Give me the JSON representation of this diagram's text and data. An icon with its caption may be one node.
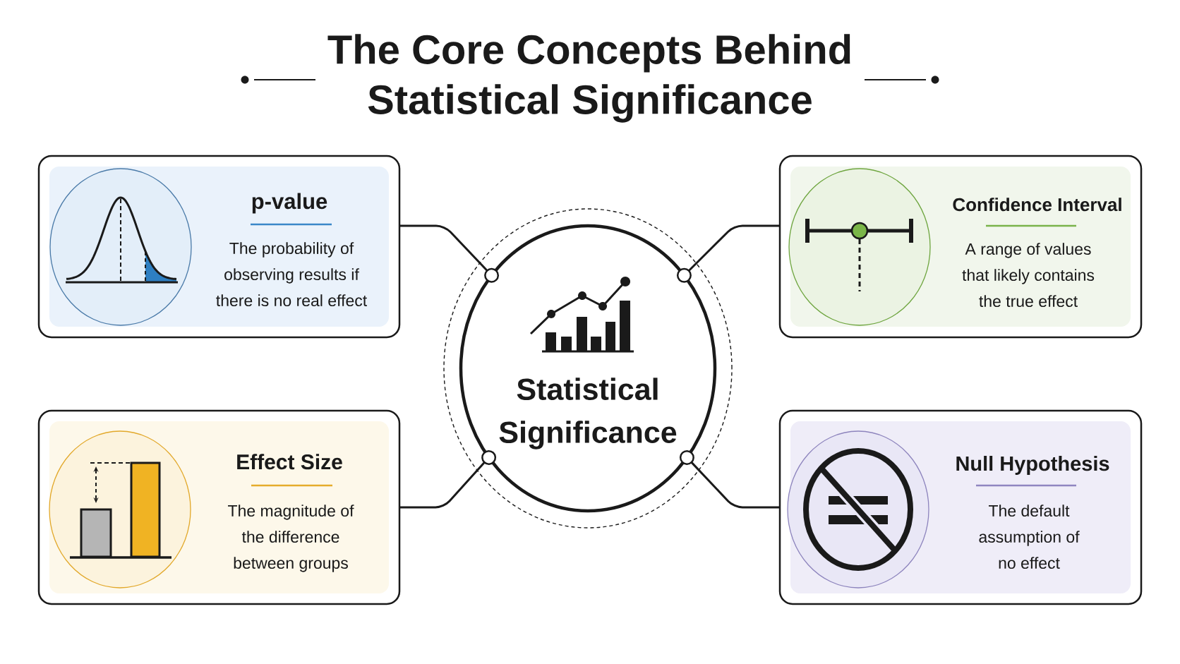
{
  "diagram": {
    "title": "The Core Concepts Behind Statistical Significance",
    "nodes": [
      {
        "text": [
          "p-value",
          "The probability of observing results if there is no real effect"
        ]
      },
      {
        "text": [
          "Confidence Interval",
          "A range of values that likely contains the true effect"
        ]
      },
      {
        "text": [
          "Statistical Significance"
        ]
      },
      {
        "text": [
          "Effect Size",
          "The magnitude of the difference between groups"
        ]
      },
      {
        "text": [
          "Null Hypothesis",
          "The default assumption of no effect"
        ]
      }
    ],
    "edges": [
      {
        "from": 0,
        "to": 2,
        "arrow": "other"
      },
      {
        "from": 1,
        "to": 2,
        "arrow": "other"
      },
      {
        "from": 3,
        "to": 2,
        "arrow": "other"
      },
      {
        "from": 4,
        "to": 2,
        "arrow": "other"
      }
    ]
  }
}
